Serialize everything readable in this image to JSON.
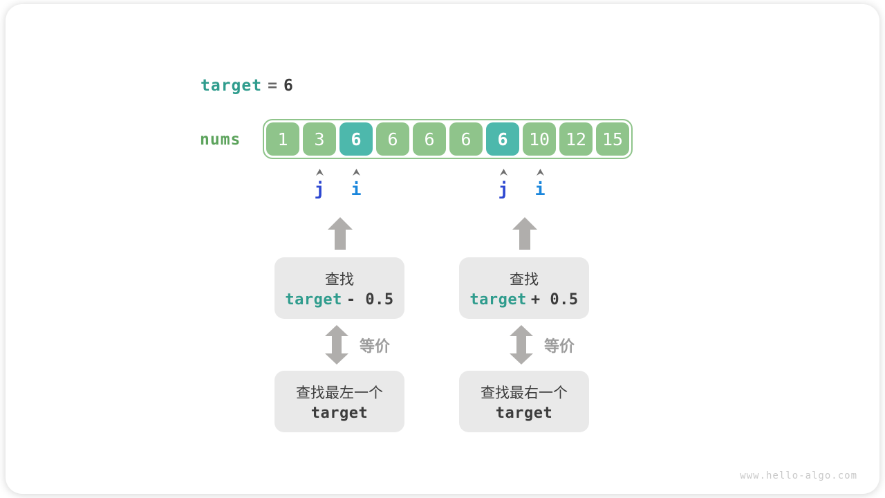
{
  "colors": {
    "teal": "#2f9c8d",
    "green_text": "#5ca35c",
    "cell_green": "#8fc48b",
    "cell_teal": "#4db8ac",
    "dark": "#3c3c3c",
    "gray_arrow": "#b0aeac",
    "gray_label": "#9c9c9c",
    "j_blue": "#2d47d1",
    "i_blue": "#1a86dc",
    "box_bg": "#e9e9e9",
    "watermark": "#c9c9c9",
    "caret": "#6e6e6e",
    "border_green": "#8fc48b"
  },
  "header": {
    "target_keyword": "target",
    "equals": "=",
    "target_value": "6"
  },
  "array": {
    "label": "nums",
    "values": [
      "1",
      "3",
      "6",
      "6",
      "6",
      "6",
      "6",
      "10",
      "12",
      "15"
    ],
    "highlight_indexes": [
      2,
      6
    ]
  },
  "pointers": [
    {
      "label": "j",
      "cell_index": 1
    },
    {
      "label": "i",
      "cell_index": 2
    },
    {
      "label": "j",
      "cell_index": 6
    },
    {
      "label": "i",
      "cell_index": 7
    }
  ],
  "flows": {
    "left": {
      "search_line1": "查找",
      "search_keyword": "target",
      "search_expr": "- 0.5",
      "equivalence": "等价",
      "result_line1": "查找最左一个",
      "result_keyword": "target"
    },
    "right": {
      "search_line1": "查找",
      "search_keyword": "target",
      "search_expr": "+ 0.5",
      "equivalence": "等价",
      "result_line1": "查找最右一个",
      "result_keyword": "target"
    }
  },
  "watermark": "www.hello-algo.com"
}
